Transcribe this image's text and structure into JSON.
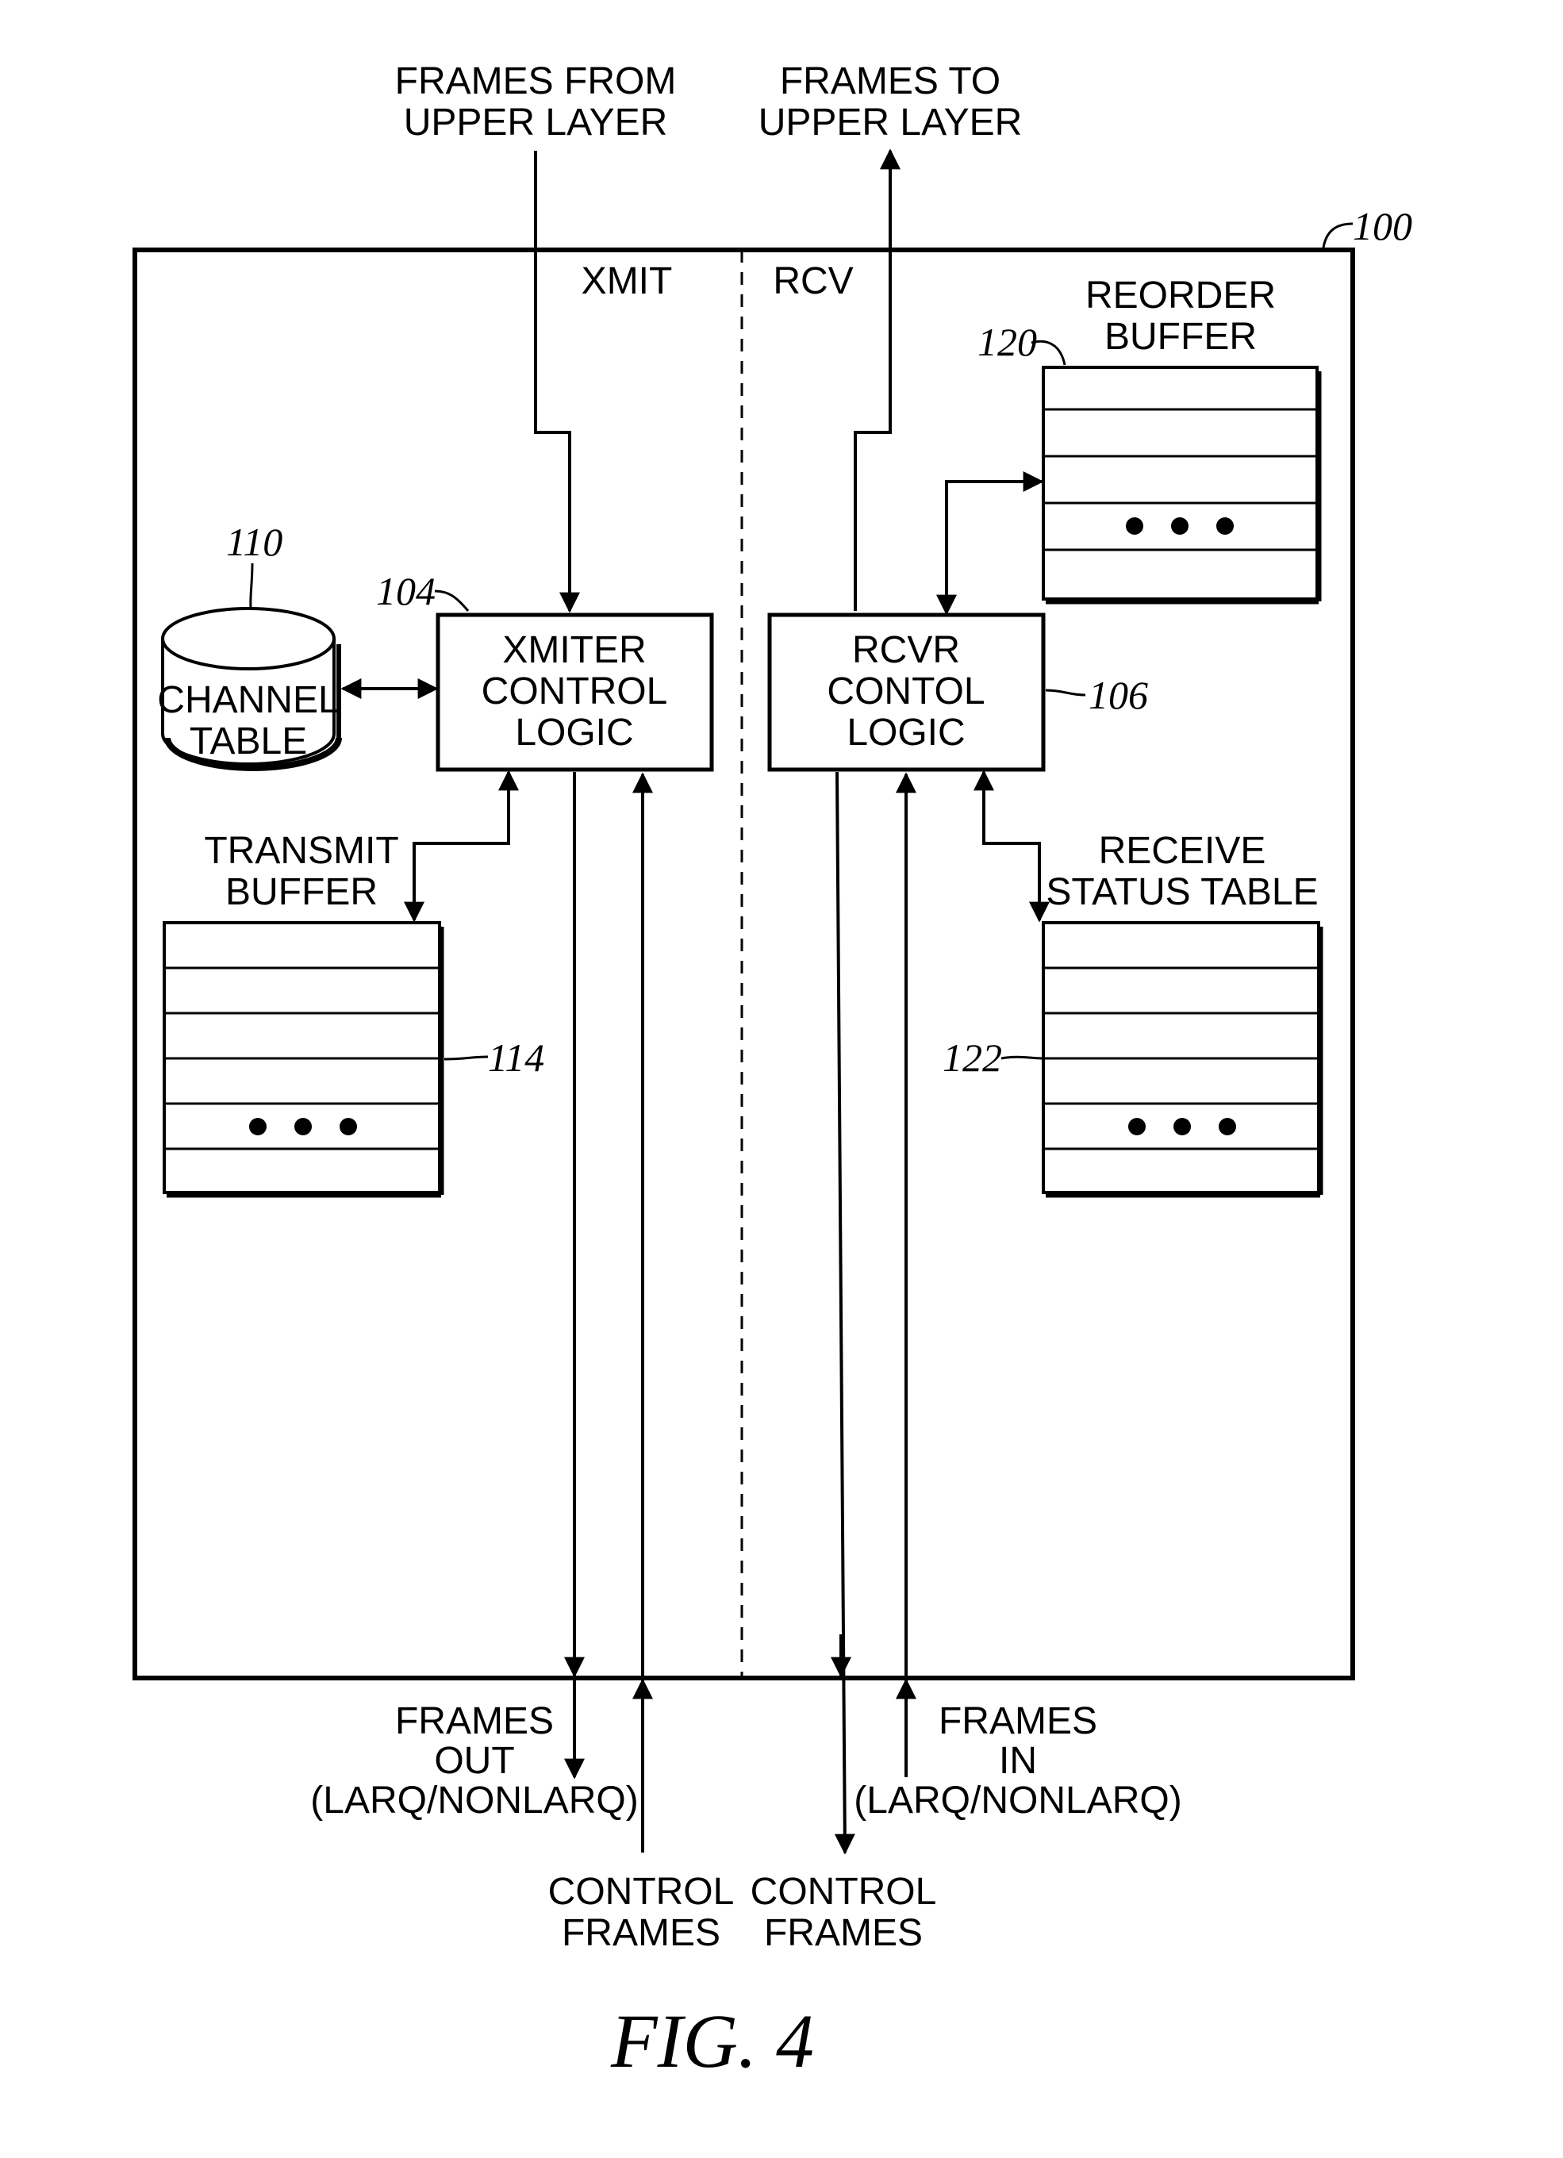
{
  "figure": {
    "caption": "FIG. 4",
    "ref": "100"
  },
  "sections": {
    "xmit": "XMIT",
    "rcv": "RCV"
  },
  "io": {
    "frames_from_upper": [
      "FRAMES FROM",
      "UPPER LAYER"
    ],
    "frames_to_upper": [
      "FRAMES TO",
      "UPPER LAYER"
    ],
    "frames_out": [
      "FRAMES",
      "OUT",
      "(LARQ/NONLARQ)"
    ],
    "frames_in": [
      "FRAMES",
      "IN",
      "(LARQ/NONLARQ)"
    ],
    "control_frames_xmit": [
      "CONTROL",
      "FRAMES"
    ],
    "control_frames_rcv": [
      "CONTROL",
      "FRAMES"
    ]
  },
  "blocks": {
    "channel_table": {
      "lines": [
        "CHANNEL",
        "TABLE"
      ],
      "ref": "110"
    },
    "xmiter": {
      "lines": [
        "XMITER",
        "CONTROL",
        "LOGIC"
      ],
      "ref": "104"
    },
    "rcvr": {
      "lines": [
        "RCVR",
        "CONTOL",
        "LOGIC"
      ],
      "ref": "106"
    },
    "reorder_buffer": {
      "lines": [
        "REORDER",
        "BUFFER"
      ],
      "ref": "120"
    },
    "transmit_buffer": {
      "lines": [
        "TRANSMIT",
        "BUFFER"
      ],
      "ref": "114"
    },
    "receive_status_table": {
      "lines": [
        "RECEIVE",
        "STATUS TABLE"
      ],
      "ref": "122"
    }
  }
}
